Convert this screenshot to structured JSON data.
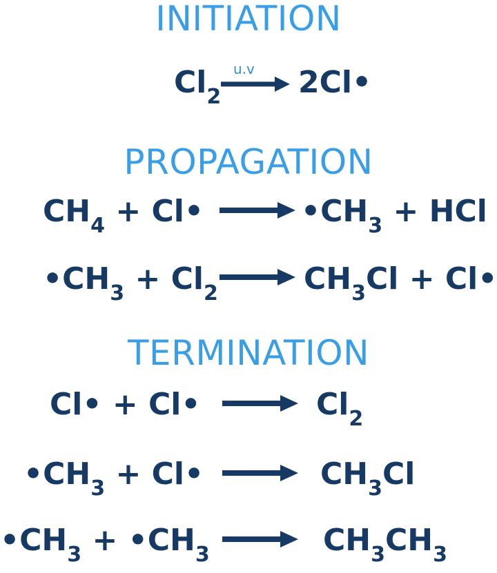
{
  "sections": {
    "initiation": {
      "title": "INITIATION",
      "condition": "u.v"
    },
    "propagation": {
      "title": "PROPAGATION"
    },
    "termination": {
      "title": "TERMINATION"
    }
  },
  "colors": {
    "heading": "#3a9ee6",
    "formula": "#173a64",
    "condition": "#2f8fd8"
  },
  "arrow_icon": "right-arrow"
}
